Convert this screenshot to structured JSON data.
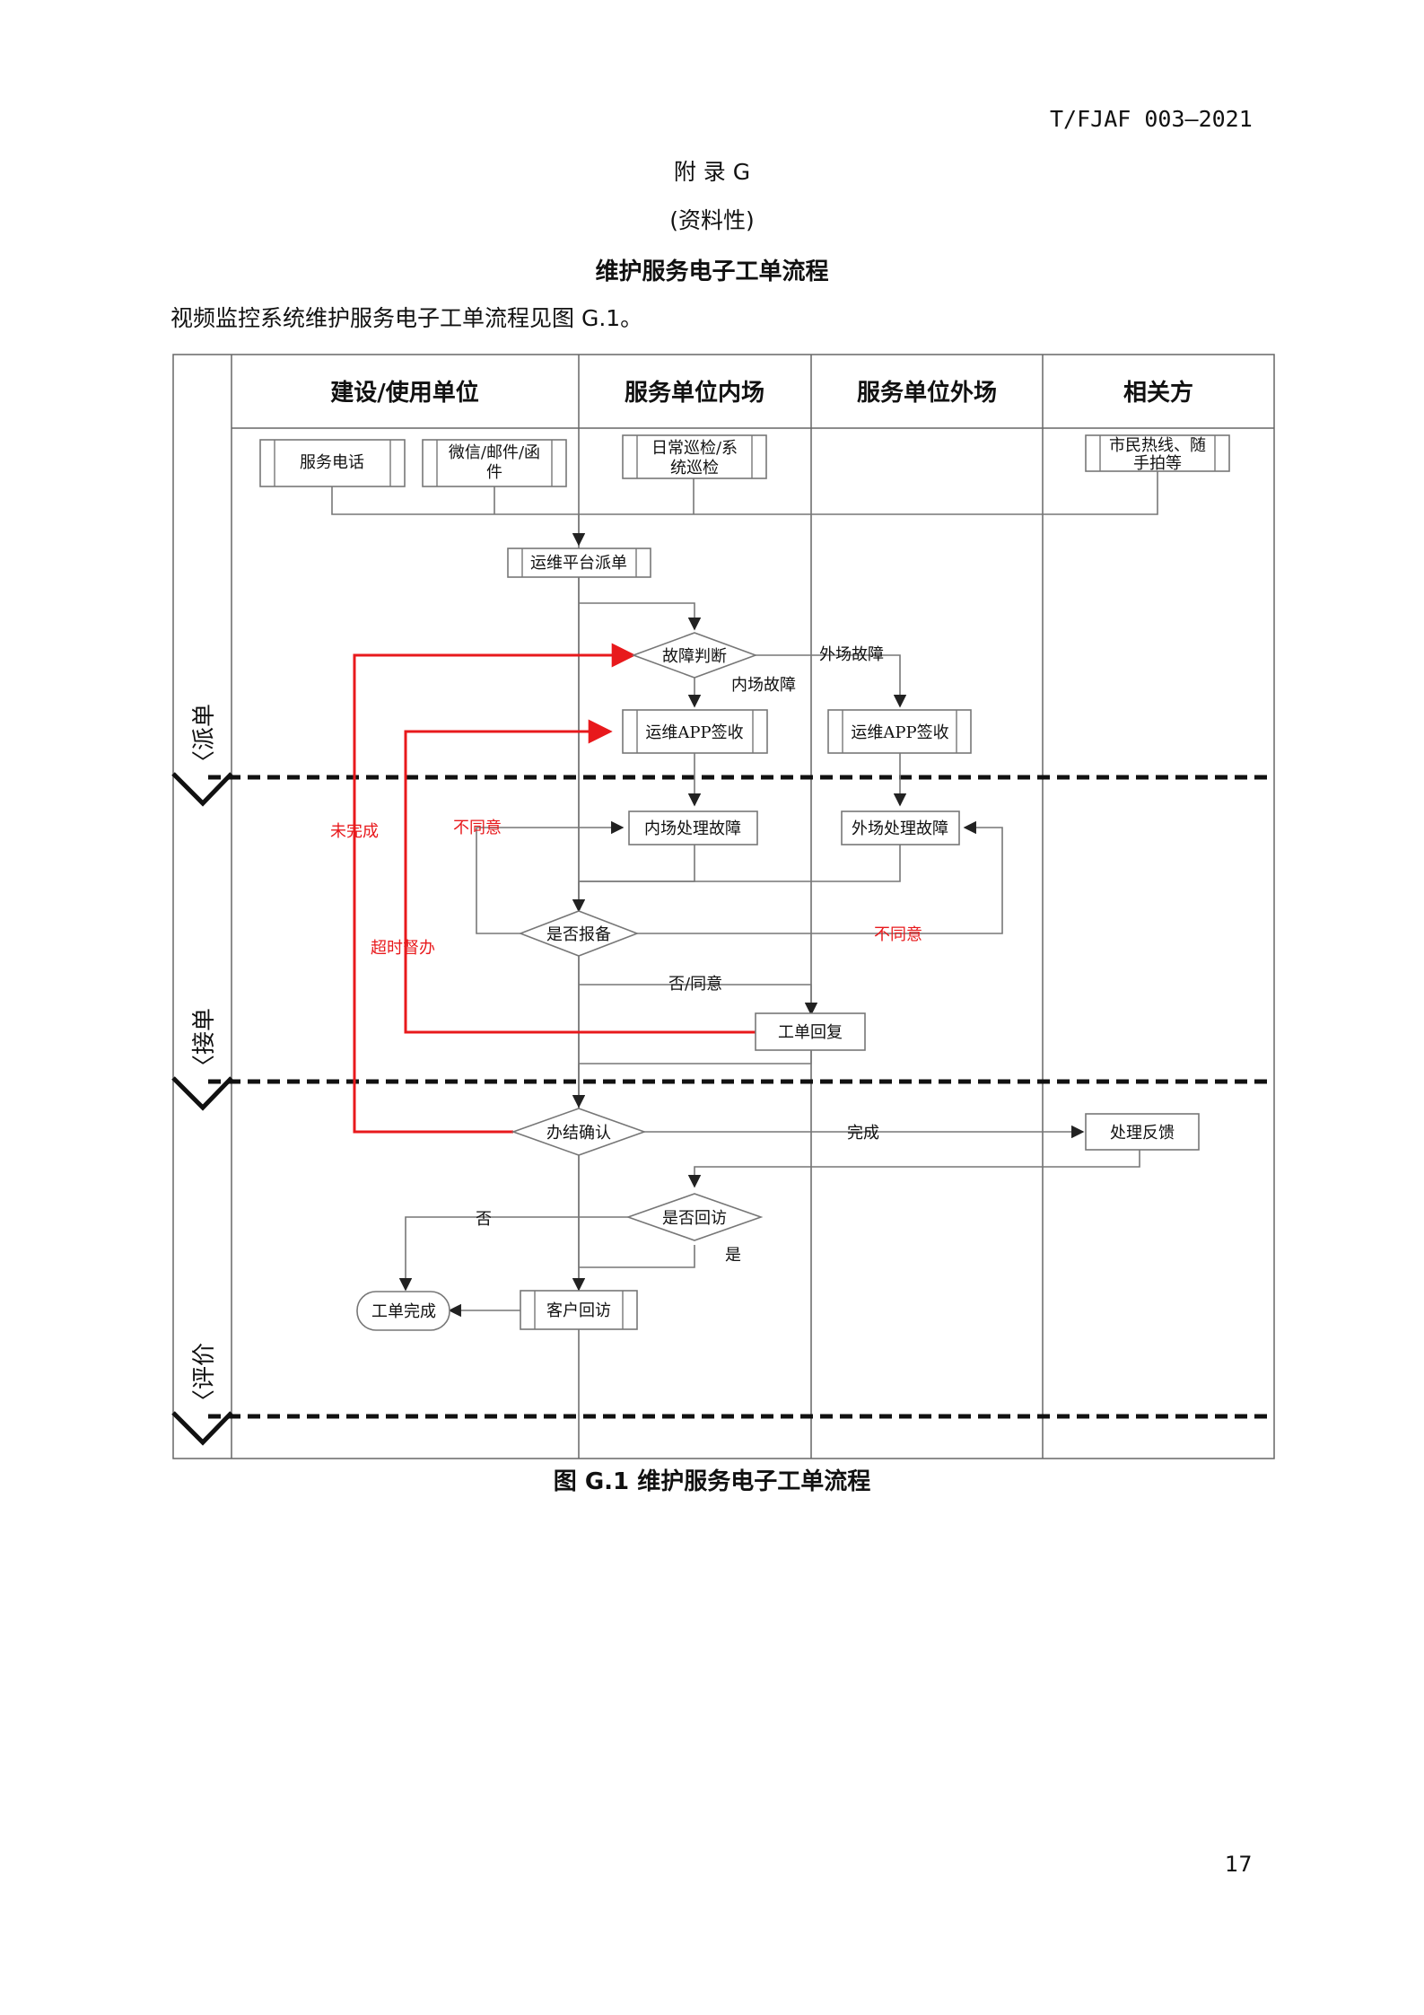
{
  "header": {
    "doc_code": "T/FJAF 003—2021"
  },
  "appendix": {
    "title": "附 录 G",
    "type": "(资料性)"
  },
  "section_title": "维护服务电子工单流程",
  "intro": "视频监控系统维护服务电子工单流程见图 G.1。",
  "figure": {
    "caption": "图 G.1 维护服务电子工单流程",
    "lanes": [
      "建设/使用单位",
      "服务单位内场",
      "服务单位外场",
      "相关方"
    ],
    "phases": [
      "〈派单",
      "〈接单",
      "〈评价"
    ],
    "nodes": {
      "service_phone": "服务电话",
      "wechat_mail": [
        "微信/邮件/函",
        "件"
      ],
      "daily_patrol": [
        "日常巡检/系",
        "统巡检"
      ],
      "hotline": [
        "市民热线、随",
        "手拍等"
      ],
      "dispatch": "运维平台派单",
      "fault_judge": "故障判断",
      "app_sign_in": "运维APP签收",
      "app_sign_out": "运维APP签收",
      "handle_in": "内场处理故障",
      "handle_out": "外场处理故障",
      "report_q": "是否报备",
      "reply": "工单回复",
      "confirm": "办结确认",
      "feedback": "处理反馈",
      "revisit_q": "是否回访",
      "revisit": "客户回访",
      "done": "工单完成"
    },
    "edges": {
      "outfield_fault": "外场故障",
      "infield_fault": "内场故障",
      "not_completed": "未完成",
      "disagree_left": "不同意",
      "disagree_right": "不同意",
      "overtime": "超时督办",
      "no_agree": "否/同意",
      "completed": "完成",
      "no": "否",
      "yes": "是"
    },
    "colors": {
      "red_path": "#e8191c",
      "line": "#7a7a7a",
      "frame": "#555555",
      "box_border": "#7a7a7a"
    }
  },
  "page_number": "17"
}
